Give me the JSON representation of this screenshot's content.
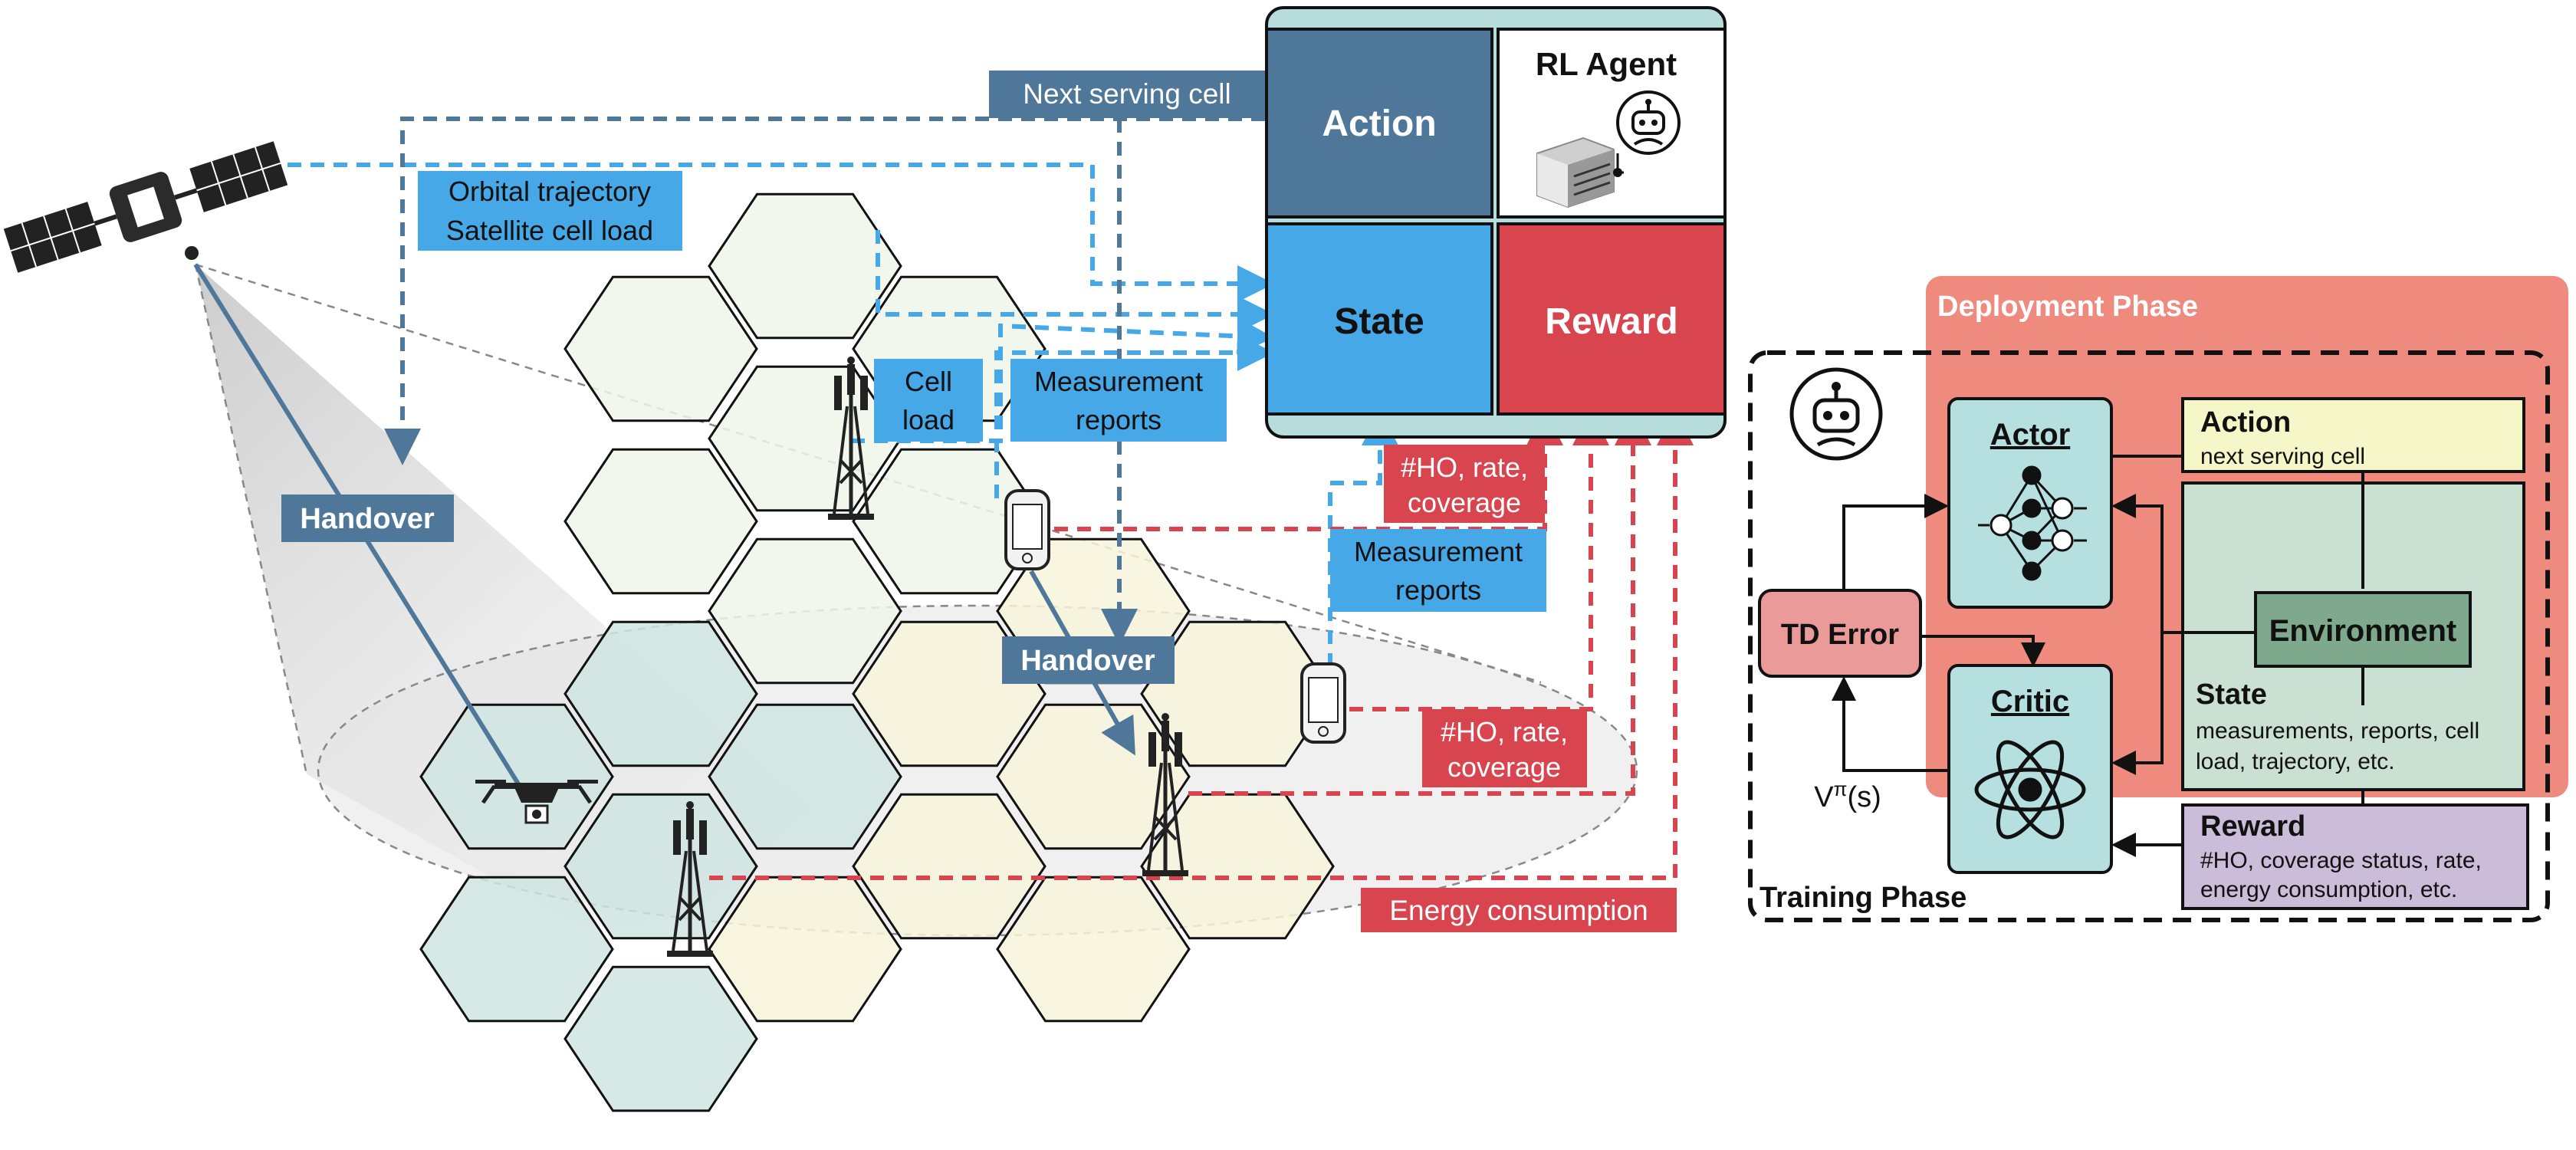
{
  "rl_agent": {
    "title": "RL Agent",
    "action": "Action",
    "state": "State",
    "reward": "Reward"
  },
  "left": {
    "next_serving_cell": "Next serving cell",
    "orbital_trajectory": "Orbital trajectory",
    "satellite_cell_load": "Satellite cell load",
    "handover_sat": "Handover",
    "handover_ground": "Handover",
    "cell_load_line1": "Cell",
    "cell_load_line2": "load",
    "meas_a_line1": "Measurement",
    "meas_a_line2": "reports",
    "meas_b_line1": "Measurement",
    "meas_b_line2": "reports",
    "ho_a_line1": "#HO, rate,",
    "ho_a_line2": "coverage",
    "ho_b_line1": "#HO, rate,",
    "ho_b_line2": "coverage",
    "energy": "Energy consumption"
  },
  "right": {
    "deployment_phase": "Deployment Phase",
    "training_phase": "Training Phase",
    "actor": "Actor",
    "critic": "Critic",
    "td_error": "TD Error",
    "v_pi": "V",
    "v_pi_sup": "π",
    "v_pi_arg": "(s)",
    "action_title": "Action",
    "action_desc": "next serving cell",
    "environment": "Environment",
    "state_title": "State",
    "state_desc_line1": "measurements, reports, cell",
    "state_desc_line2": "load, trajectory, etc.",
    "reward_title": "Reward",
    "reward_desc_line1": "#HO, coverage status, rate,",
    "reward_desc_line2": "energy consumption, etc."
  },
  "colors": {
    "action": "#4f7799",
    "state": "#46a8e6",
    "reward": "#d9454f",
    "agent_frame": "#b6dddc",
    "deployment": "#ef8a7e",
    "env_green": "#c9e0d2",
    "action_yellow": "#f6f7c8",
    "reward_purple": "#cbbcd9",
    "actor_teal": "#b6dfe0",
    "td_pink": "#e99a99",
    "hex_light": "#eef6ea",
    "hex_teal": "#cfe5e3",
    "hex_yellow": "#f7f3da"
  }
}
